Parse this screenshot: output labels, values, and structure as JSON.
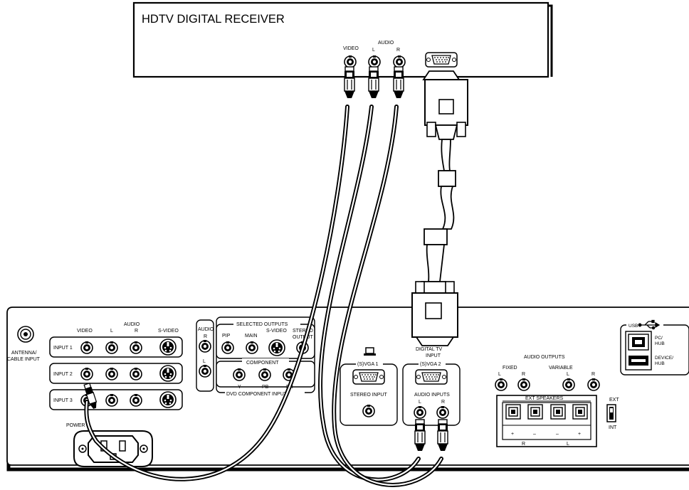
{
  "receiver": {
    "title": "HDTV DIGITAL RECEIVER",
    "video_label": "VIDEO",
    "audio_label": "AUDIO",
    "l_label": "L",
    "r_label": "R"
  },
  "panel": {
    "antenna_label_1": "ANTENNA/",
    "antenna_label_2": "CABLE INPUT",
    "video_label": "VIDEO",
    "audio_label": "AUDIO",
    "l_label": "L",
    "r_label": "R",
    "svideo_label": "S-VIDEO",
    "input1": "INPUT 1",
    "input2": "INPUT 2",
    "input3": "INPUT 3",
    "power_label": "POWER",
    "audio_r_top": "AUDIO",
    "audio_r_r": "R",
    "audio_r_l": "L",
    "selected_outputs": "SELECTED OUTPUTS",
    "pip": "PIP",
    "main": "MAIN",
    "svideo2": "S-VIDEO",
    "stereo_output_1": "STEREO",
    "stereo_output_2": "OUTPUT",
    "component": "COMPONENT",
    "y": "Y",
    "pb": "PB",
    "pr": "PR",
    "dvd_component_input": "DVD COMPONENT INPUT",
    "svga1": "(S)VGA 1",
    "stereo_input": "STEREO INPUT",
    "digital_tv_1": "DIGITAL TV",
    "digital_tv_2": "INPUT",
    "svga2": "(S)VGA 2",
    "audio_inputs": "AUDIO INPUTS",
    "ai_l": "L",
    "ai_r": "R",
    "audio_outputs": "AUDIO OUTPUTS",
    "fixed": "FIXED",
    "variable": "VARIABLE",
    "ao_l": "L",
    "ao_r": "R",
    "ext_speakers": "EXT SPEAKERS",
    "plus": "+",
    "minus": "–",
    "spk_r": "R",
    "spk_l": "L",
    "ext": "EXT",
    "int": "INT",
    "usb": "USB",
    "pc_hub_1": "PC/",
    "pc_hub_2": "HUB",
    "device_hub_1": "DEVICE/",
    "device_hub_2": "HUB"
  }
}
